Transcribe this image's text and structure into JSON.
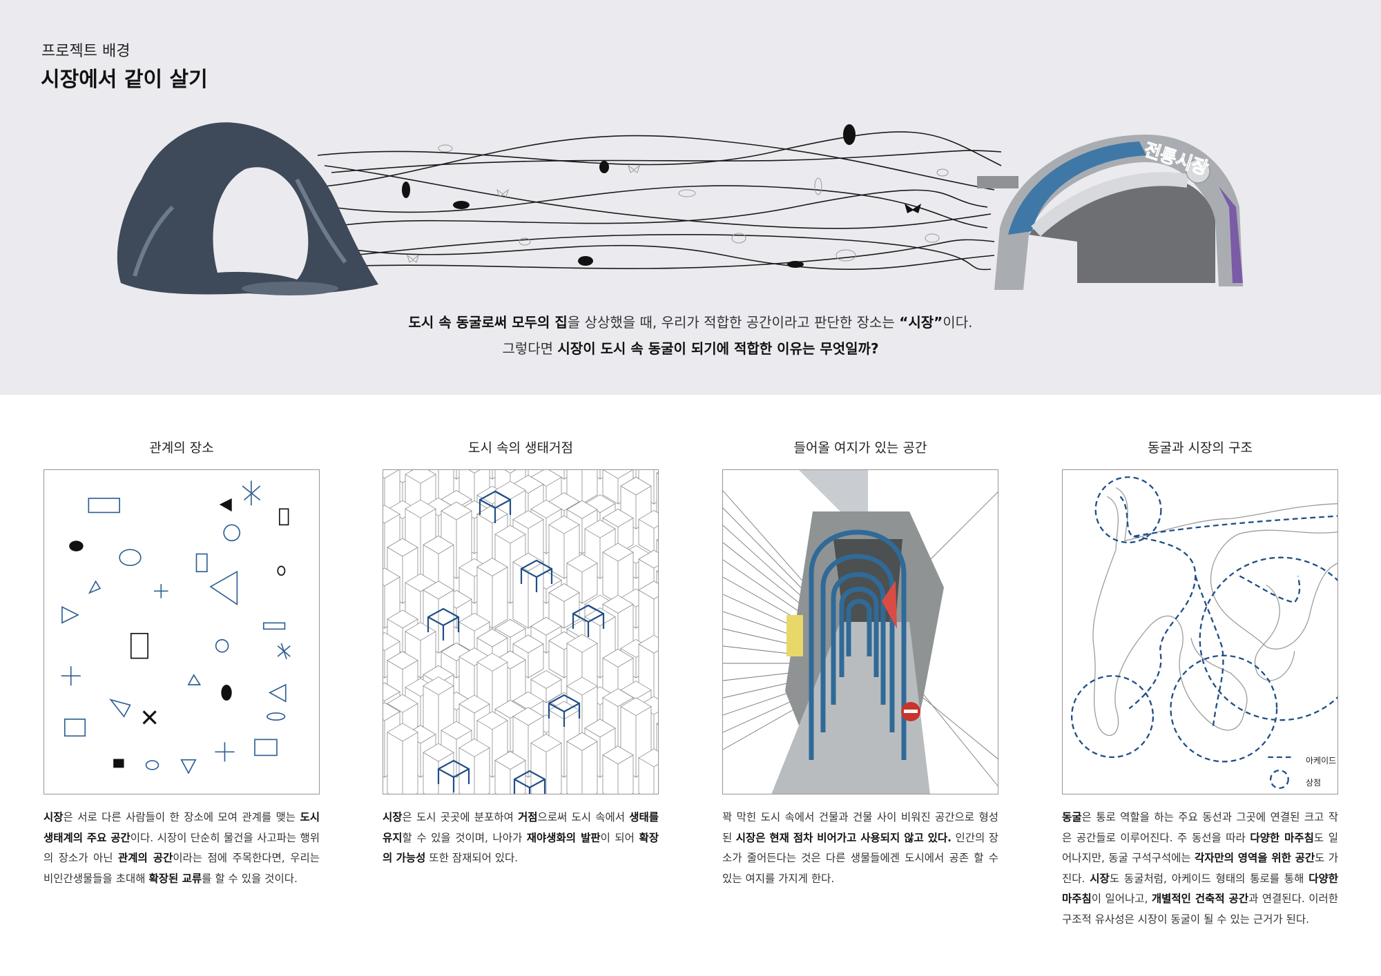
{
  "header": {
    "eyebrow": "프로젝트 배경",
    "title": "시장에서 같이 살기"
  },
  "hero": {
    "market_sign": "전통시장",
    "lead_lines": [
      [
        {
          "t": "도시 속 동굴로써 모두의 집",
          "b": true
        },
        {
          "t": "을 상상했을 때, 우리가 적합한 공간이라고 판단한 장소는 ",
          "b": false
        },
        {
          "t": "“시장”",
          "b": true
        },
        {
          "t": "이다.",
          "b": false
        }
      ],
      [
        {
          "t": "그렇다면 ",
          "b": false
        },
        {
          "t": "시장이 도시 속 동굴이 되기에 적합한 이유는 무엇일까?",
          "b": true
        }
      ]
    ]
  },
  "panels": [
    {
      "heading": "관계의 장소",
      "text": [
        {
          "t": "시장",
          "b": true
        },
        {
          "t": "은 서로 다른 사람들이 한 장소에 모여 관계를 맺는 ",
          "b": false
        },
        {
          "t": "도시 생태계의 주요 공간",
          "b": true
        },
        {
          "t": "이다. 시장이 단순히 물건을 사고파는 행위의 장소가 아닌 ",
          "b": false
        },
        {
          "t": "관계의 공간",
          "b": true
        },
        {
          "t": "이라는 점에 주목한다면, 우리는 비인간생물들을 초대해 ",
          "b": false
        },
        {
          "t": "확장된 교류",
          "b": true
        },
        {
          "t": "를 할 수 있을 것이다.",
          "b": false
        }
      ]
    },
    {
      "heading": "도시 속의 생태거점",
      "text": [
        {
          "t": "시장",
          "b": true
        },
        {
          "t": "은 도시 곳곳에 분포하여 ",
          "b": false
        },
        {
          "t": "거점",
          "b": true
        },
        {
          "t": "으로써 도시 속에서 ",
          "b": false
        },
        {
          "t": "생태를 유지",
          "b": true
        },
        {
          "t": "할 수 있을 것이며, 나아가 ",
          "b": false
        },
        {
          "t": "재야생화의 발판",
          "b": true
        },
        {
          "t": "이 되어 ",
          "b": false
        },
        {
          "t": "확장의 가능성",
          "b": true
        },
        {
          "t": " 또한 잠재되어 있다.",
          "b": false
        }
      ]
    },
    {
      "heading": "들어올 여지가 있는 공간",
      "text": [
        {
          "t": "꽉 막힌 도시 속에서 건물과 건물 사이 비워진 공간으로 형성된 ",
          "b": false
        },
        {
          "t": "시장은 현재 점차 비어가고 사용되지 않고 있다.",
          "b": true
        },
        {
          "t": " 인간의 장소가 줄어든다는 것은 다른 생물들에겐 도시에서 공존 할 수 있는 여지를 가지게 한다.",
          "b": false
        }
      ]
    },
    {
      "heading": "동굴과 시장의 구조",
      "text": [
        {
          "t": "동굴",
          "b": true
        },
        {
          "t": "은 통로 역할을 하는 주요 동선과 그곳에 연결된 크고 작은 공간들로 이루어진다. 주 동선을 따라 ",
          "b": false
        },
        {
          "t": "다양한 마주침",
          "b": true
        },
        {
          "t": "도 일어나지만, 동굴 구석구석에는 ",
          "b": false
        },
        {
          "t": "각자만의 영역을 위한 공간",
          "b": true
        },
        {
          "t": "도 가진다. ",
          "b": false
        },
        {
          "t": "시장",
          "b": true
        },
        {
          "t": "도 동굴처럼, 아케이드 형태의 통로를 통해 ",
          "b": false
        },
        {
          "t": "다양한 마주침",
          "b": true
        },
        {
          "t": "이 일어나고, ",
          "b": false
        },
        {
          "t": "개별적인 건축적 공간",
          "b": true
        },
        {
          "t": "과 연결된다. 이러한 구조적 유사성은 시장이 동굴이 될 수 있는 근거가 된다.",
          "b": false
        }
      ],
      "legend": [
        {
          "icon": "dashed-line-icon",
          "label": "아케이드"
        },
        {
          "icon": "dashed-circle-icon",
          "label": "상점"
        }
      ]
    }
  ],
  "colors": {
    "accent_blue": "#1f4e86",
    "shape_blue": "#2f5f94",
    "top_bg": "#ebebef"
  }
}
